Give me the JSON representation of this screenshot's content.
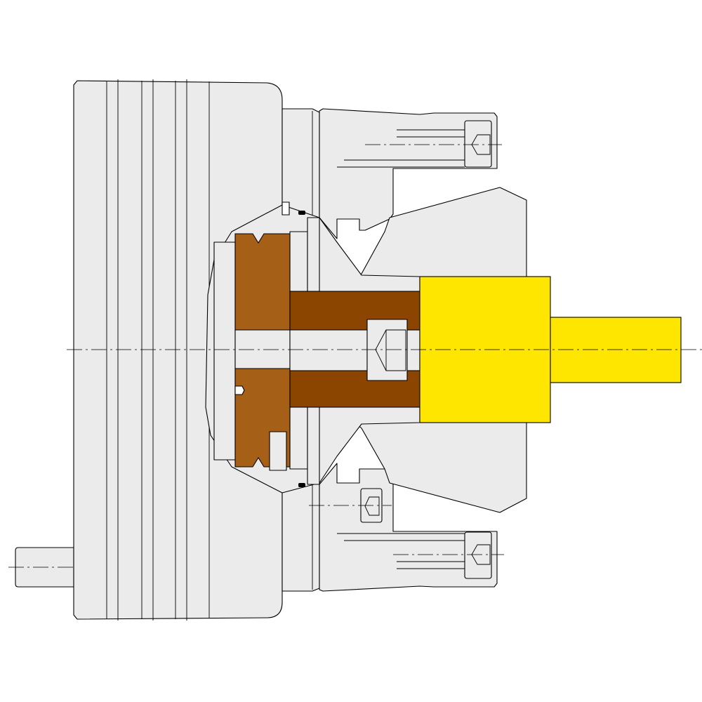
{
  "drawing": {
    "type": "cross-section technical drawing",
    "colors": {
      "housing": "#ebebeb",
      "piston": "#a65f17",
      "piston_rod": "#8b4500",
      "workpiece": "#ffe600",
      "outline": "#000000",
      "background": "#ffffff"
    },
    "parts": [
      "housing",
      "left-body",
      "left-shaft",
      "piston",
      "piston-rod",
      "workpiece",
      "bolts",
      "centerlines"
    ]
  }
}
